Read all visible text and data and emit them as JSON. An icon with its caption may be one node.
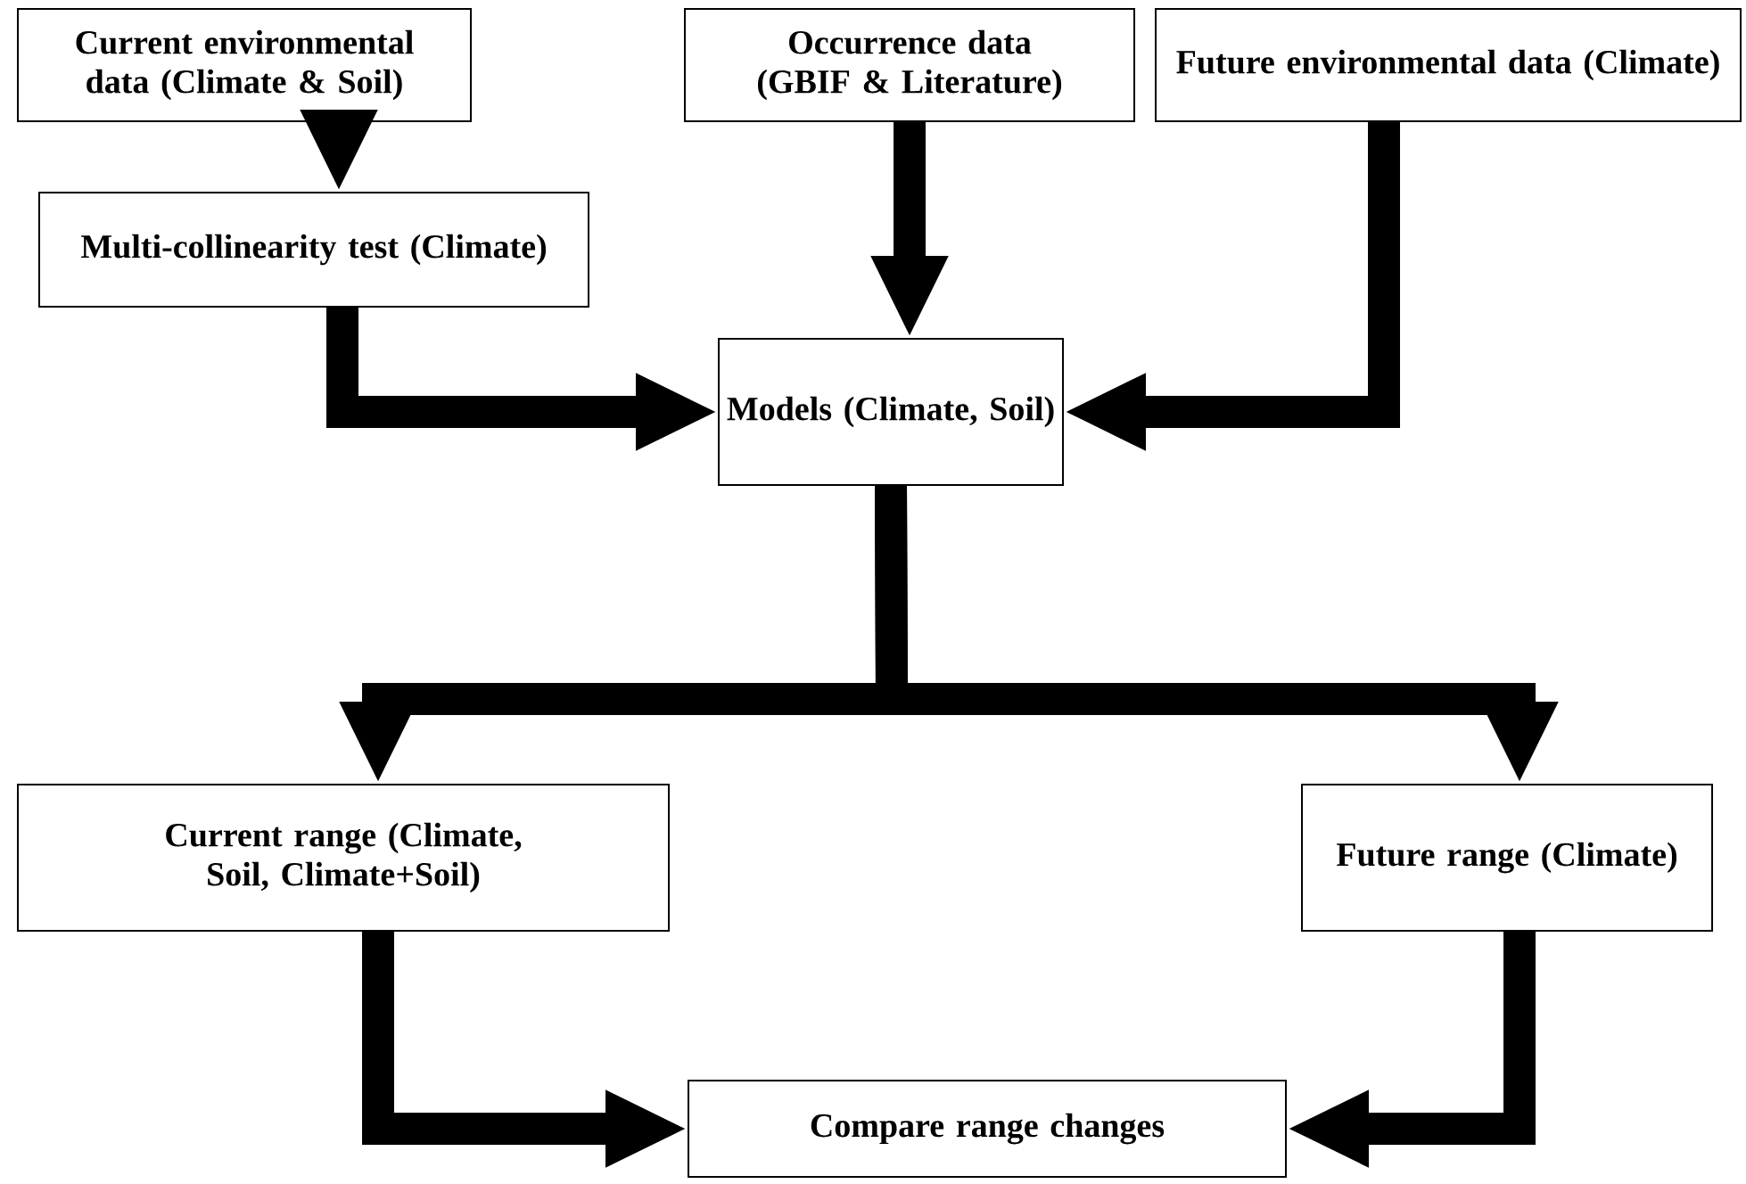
{
  "diagram": {
    "nodes": [
      {
        "text": [
          "Current environmental data (Climate & Soil)"
        ]
      },
      {
        "text": [
          "Occurrence data (GBIF & Literature)"
        ]
      },
      {
        "text": [
          "Future environmental data (Climate)"
        ]
      },
      {
        "text": [
          "Multi-collinearity test (Climate)"
        ]
      },
      {
        "text": [
          "Models (Climate, Soil)"
        ]
      },
      {
        "text": [
          "Current range (Climate, Soil, Climate+Soil)"
        ]
      },
      {
        "text": [
          "Future range (Climate)"
        ]
      },
      {
        "text": [
          "Compare range changes"
        ]
      }
    ],
    "edges": [
      {
        "from": 0,
        "to": 3,
        "arrow": "to"
      },
      {
        "from": 1,
        "to": 4,
        "arrow": "to"
      },
      {
        "from": 2,
        "to": 4,
        "arrow": "to"
      },
      {
        "from": 3,
        "to": 4,
        "arrow": "to"
      },
      {
        "from": 4,
        "to": 5,
        "arrow": "to"
      },
      {
        "from": 4,
        "to": 6,
        "arrow": "to"
      },
      {
        "from": 5,
        "to": 7,
        "arrow": "to"
      },
      {
        "from": 6,
        "to": 7,
        "arrow": "to"
      }
    ]
  }
}
